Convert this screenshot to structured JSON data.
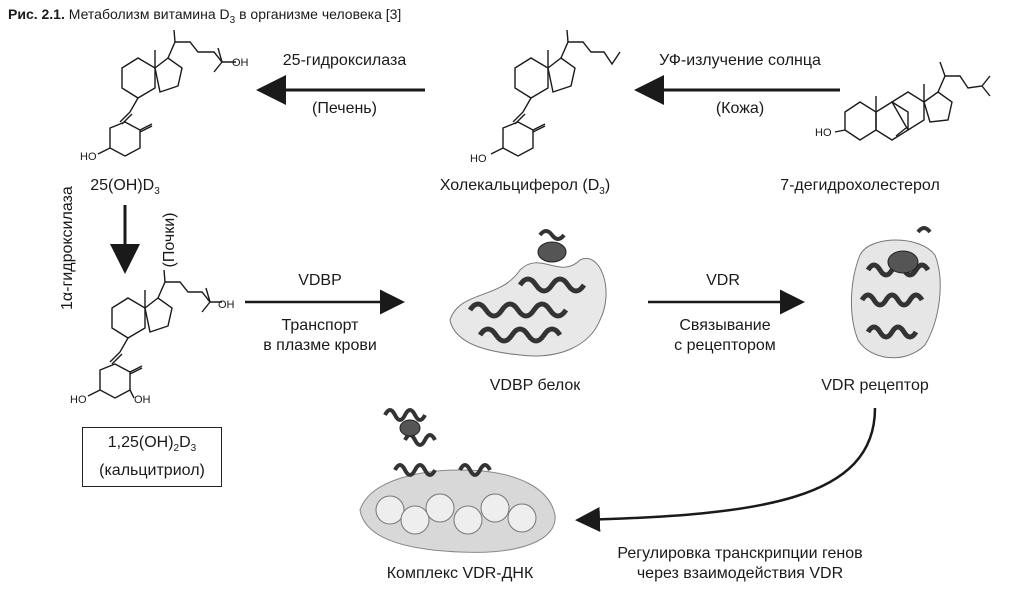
{
  "caption": {
    "fig": "Рис. 2.1.",
    "text_before": "Метаболизм витамина D",
    "sub": "3",
    "text_after": " в организме человека [3]"
  },
  "steps": {
    "hydroxylase25": "25-гидроксилаза",
    "liver": "(Печень)",
    "uv": "УФ-излучение солнца",
    "skin": "(Кожа)",
    "hydroxylase1a": "1α-гидроксилаза",
    "kidneys": "(Почки)",
    "vdbp": "VDBP",
    "transport1": "Транспорт",
    "transport2": "в плазме крови",
    "vdr": "VDR",
    "binding1": "Связывание",
    "binding2": "с рецептором",
    "regulation1": "Регулировка транскрипции генов",
    "regulation2": "через взаимодействия VDR"
  },
  "compounds": {
    "oh": "OH",
    "ho": "HO",
    "d25_pre": "25(OH)D",
    "d25_sub": "3",
    "chole_pre": "Холекальциферол (D",
    "chole_sub": "3",
    "chole_post": ")",
    "dehydro": "7-дегидрохолестерол",
    "calcitriol_pre": "1,25(OH)",
    "calcitriol_sub2": "2",
    "calcitriol_mid": "D",
    "calcitriol_sub3": "3",
    "calcitriol_name": "(кальцитриол)"
  },
  "proteins": {
    "vdbp": "VDBP белок",
    "vdr": "VDR рецептор",
    "complex": "Комплекс VDR-ДНК"
  }
}
